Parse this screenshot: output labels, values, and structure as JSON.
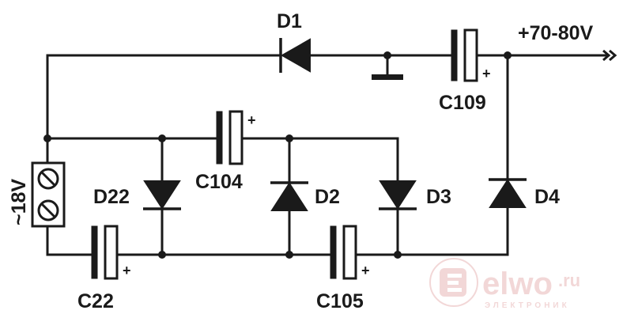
{
  "labels": {
    "d1": "D1",
    "d22": "D22",
    "d2": "D2",
    "d3": "D3",
    "d4": "D4",
    "c109": "C109",
    "c104": "C104",
    "c22": "C22",
    "c105": "C105",
    "output": "+70-80V",
    "input": "~18V",
    "plus": "+"
  },
  "watermark": {
    "brand": "elwo",
    "tld": ".ru",
    "tagline": "ЭЛЕКТРОНИК"
  },
  "colors": {
    "ink": "#1a1a1a",
    "watermark": "#e8b8b8"
  }
}
